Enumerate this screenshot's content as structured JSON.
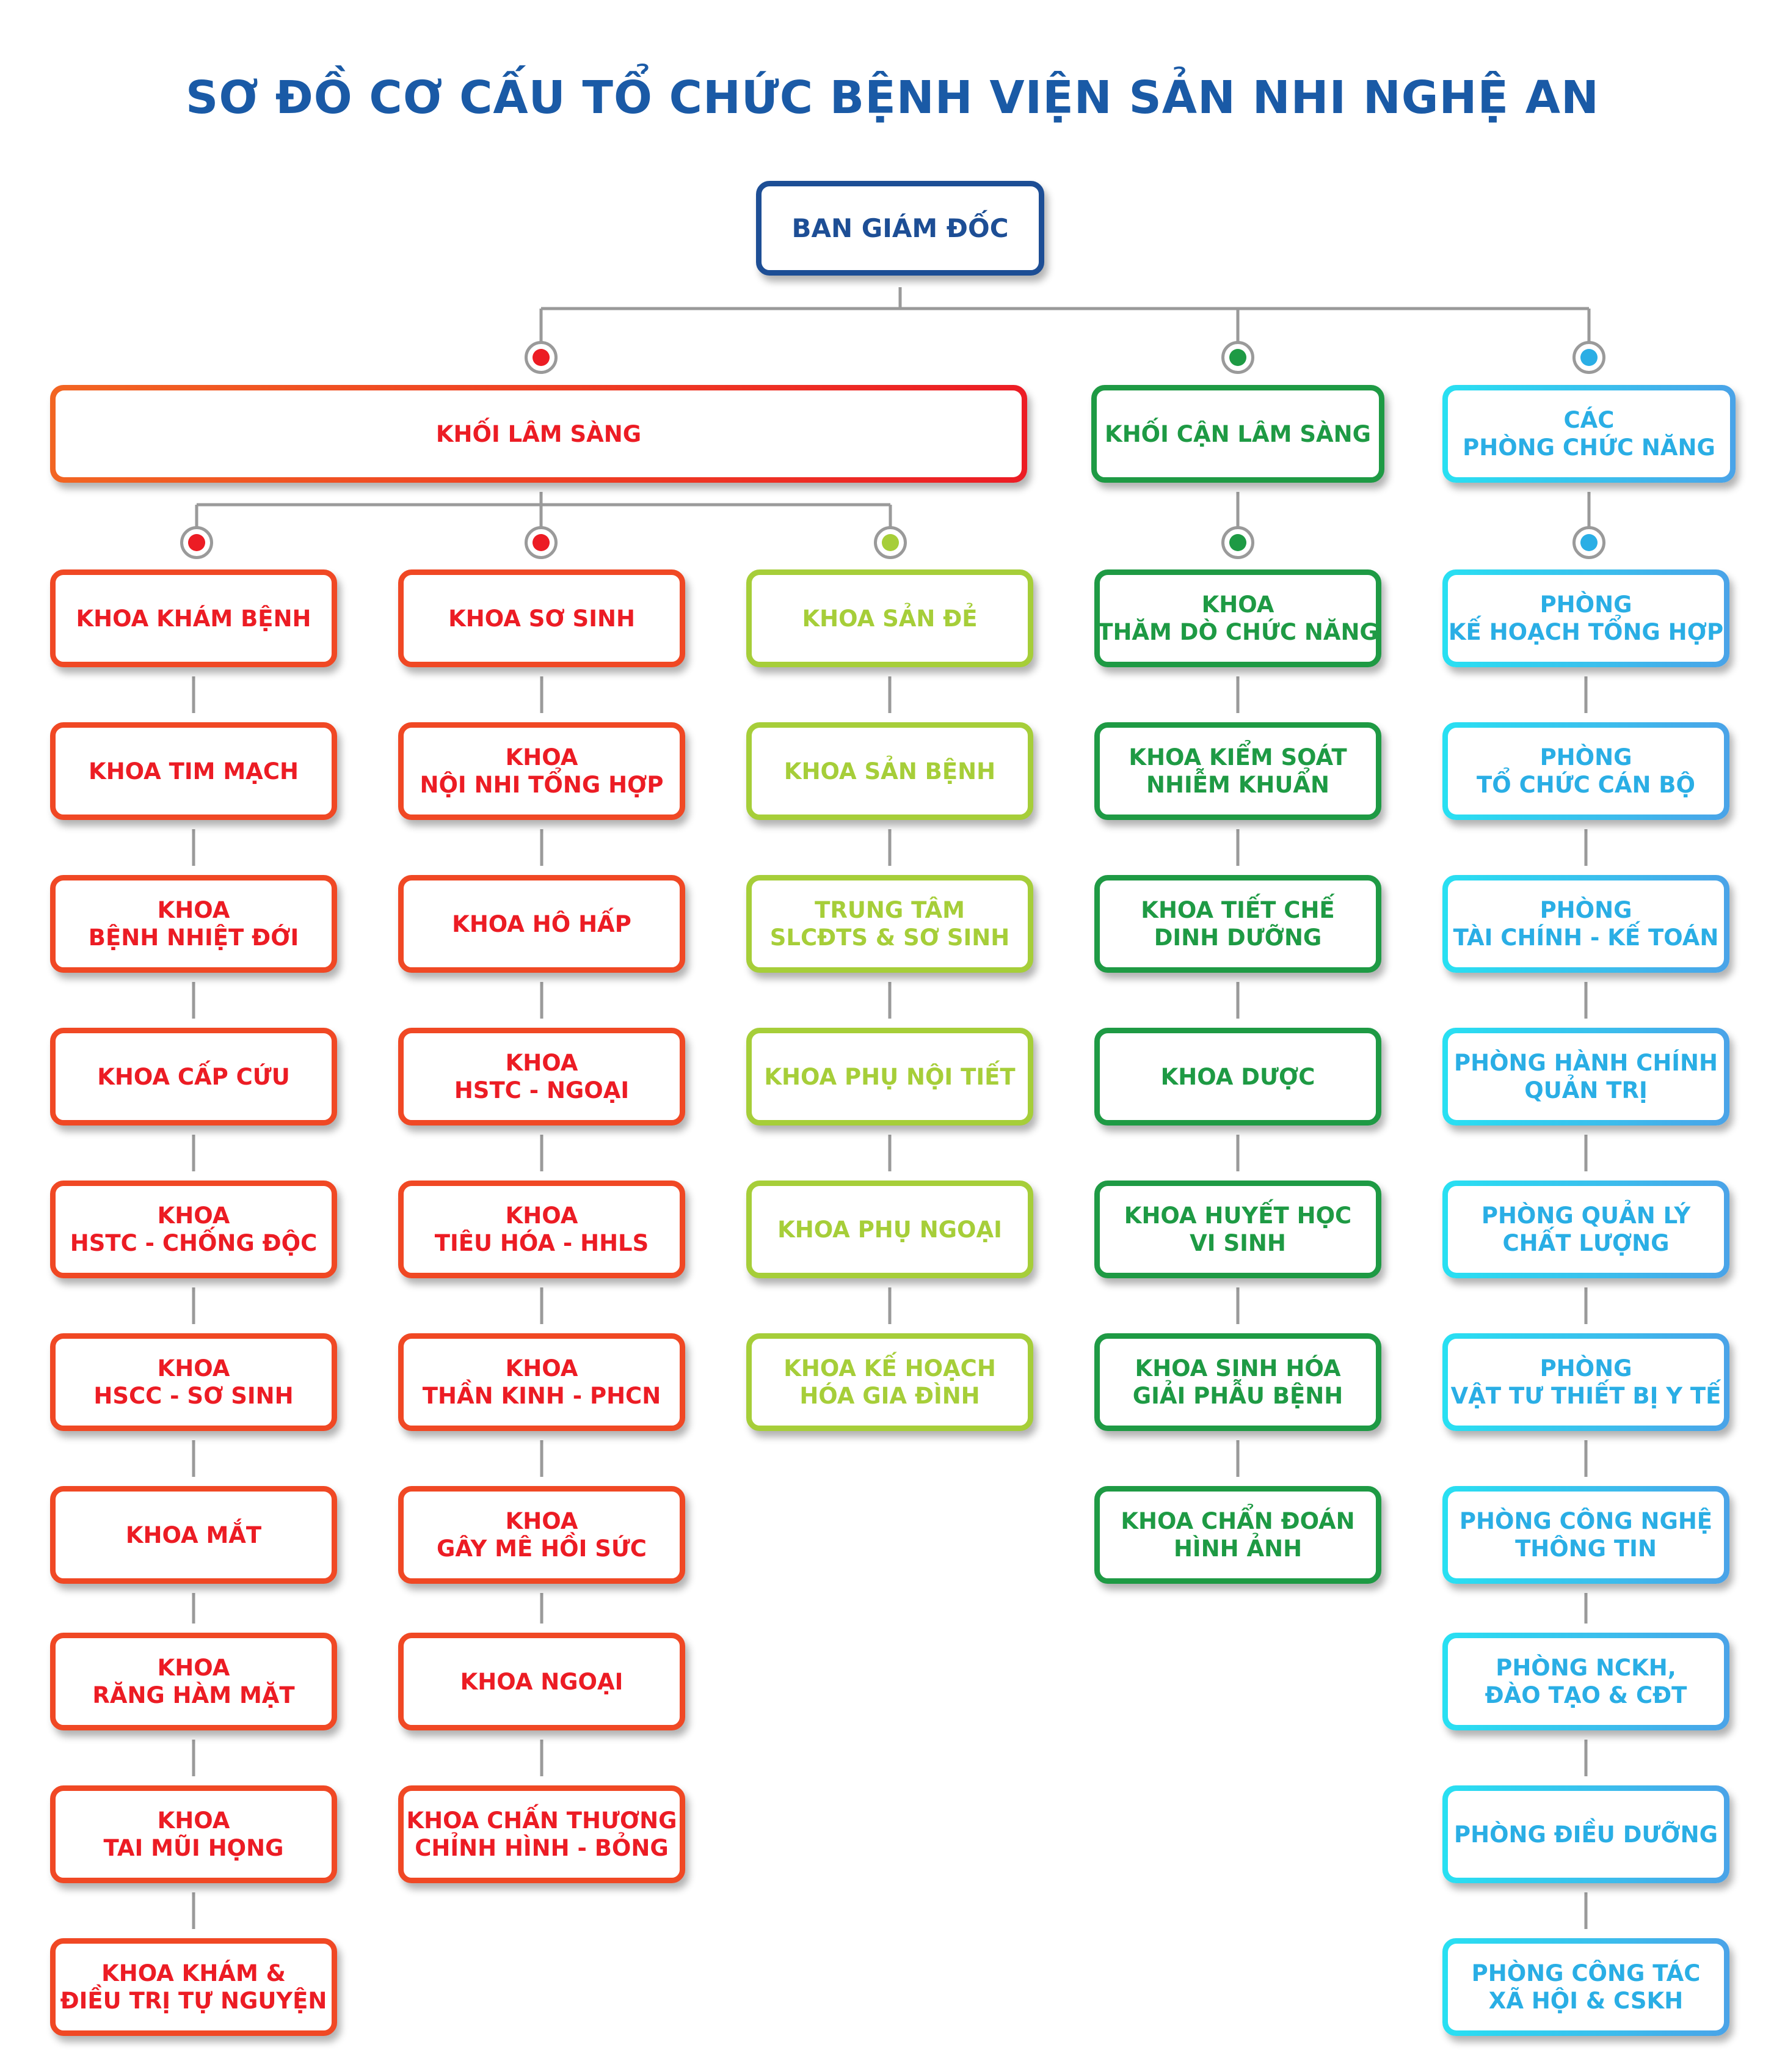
{
  "title": "SƠ ĐỒ CƠ CẤU TỔ CHỨC BỆNH VIỆN SẢN NHI NGHỆ AN",
  "colors": {
    "heading": "#1a5aa6",
    "top": "#1d4e95",
    "clinical": "#ec1c24",
    "obstetric": "#a6ce39",
    "paraclinical": "#1e9a44",
    "functional": "#2aaee5",
    "connector": "#9a9a9a"
  },
  "top": {
    "label": "BAN GIÁM ĐỐC"
  },
  "blocks": {
    "lam_sang": {
      "label": "KHỐI LÂM SÀNG"
    },
    "can_lam_sang": {
      "label": "KHỐI CẬN LÂM SÀNG"
    },
    "chuc_nang": {
      "label": [
        "CÁC",
        "PHÒNG CHỨC NĂNG"
      ]
    }
  },
  "columns": {
    "col1": [
      [
        "KHOA KHÁM BỆNH"
      ],
      [
        "KHOA TIM MẠCH"
      ],
      [
        "KHOA",
        "BỆNH NHIỆT ĐỚI"
      ],
      [
        "KHOA CẤP CỨU"
      ],
      [
        "KHOA",
        "HSTC - CHỐNG ĐỘC"
      ],
      [
        "KHOA",
        "HSCC - SƠ SINH"
      ],
      [
        "KHOA MẮT"
      ],
      [
        "KHOA",
        "RĂNG HÀM MẶT"
      ],
      [
        "KHOA",
        "TAI MŨI HỌNG"
      ],
      [
        "KHOA KHÁM &",
        "ĐIỀU TRỊ TỰ NGUYỆN"
      ]
    ],
    "col2": [
      [
        "KHOA SƠ SINH"
      ],
      [
        "KHOA",
        "NỘI NHI TỔNG HỢP"
      ],
      [
        "KHOA HÔ HẤP"
      ],
      [
        "KHOA",
        "HSTC - NGOẠI"
      ],
      [
        "KHOA",
        "TIÊU HÓA - HHLS"
      ],
      [
        "KHOA",
        "THẦN KINH - PHCN"
      ],
      [
        "KHOA",
        "GÂY MÊ HỒI SỨC"
      ],
      [
        "KHOA NGOẠI"
      ],
      [
        "KHOA CHẤN THƯƠNG",
        "CHỈNH HÌNH - BỎNG"
      ]
    ],
    "col3": [
      [
        "KHOA SẢN ĐẺ"
      ],
      [
        "KHOA SẢN BỆNH"
      ],
      [
        "TRUNG TÂM",
        "SLCĐTS & SƠ SINH"
      ],
      [
        "KHOA PHỤ NỘI TIẾT"
      ],
      [
        "KHOA PHỤ NGOẠI"
      ],
      [
        "KHOA KẾ HOẠCH",
        "HÓA GIA ĐÌNH"
      ]
    ],
    "col4": [
      [
        "KHOA",
        "THĂM DÒ CHỨC NĂNG"
      ],
      [
        "KHOA KIỂM SOÁT",
        "NHIỄM KHUẨN"
      ],
      [
        "KHOA TIẾT CHẾ",
        "DINH DƯỠNG"
      ],
      [
        "KHOA DƯỢC"
      ],
      [
        "KHOA HUYẾT HỌC",
        "VI SINH"
      ],
      [
        "KHOA SINH HÓA",
        "GIẢI PHẪU BỆNH"
      ],
      [
        "KHOA CHẨN ĐOÁN",
        "HÌNH ẢNH"
      ]
    ],
    "col5": [
      [
        "PHÒNG",
        "KẾ HOẠCH TỔNG HỢP"
      ],
      [
        "PHÒNG",
        "TỔ CHỨC CÁN BỘ"
      ],
      [
        "PHÒNG",
        "TÀI CHÍNH - KẾ TOÁN"
      ],
      [
        "PHÒNG HÀNH CHÍNH",
        "QUẢN TRỊ"
      ],
      [
        "PHÒNG QUẢN LÝ",
        "CHẤT LƯỢNG"
      ],
      [
        "PHÒNG",
        "VẬT TƯ THIẾT BỊ Y TẾ"
      ],
      [
        "PHÒNG CÔNG NGHỆ",
        "THÔNG TIN"
      ],
      [
        "PHÒNG NCKH,",
        "ĐÀO TẠO & CĐT"
      ],
      [
        "PHÒNG ĐIỀU DƯỠNG"
      ],
      [
        "PHÒNG CÔNG TÁC",
        "XÃ HỘI & CSKH"
      ]
    ]
  }
}
